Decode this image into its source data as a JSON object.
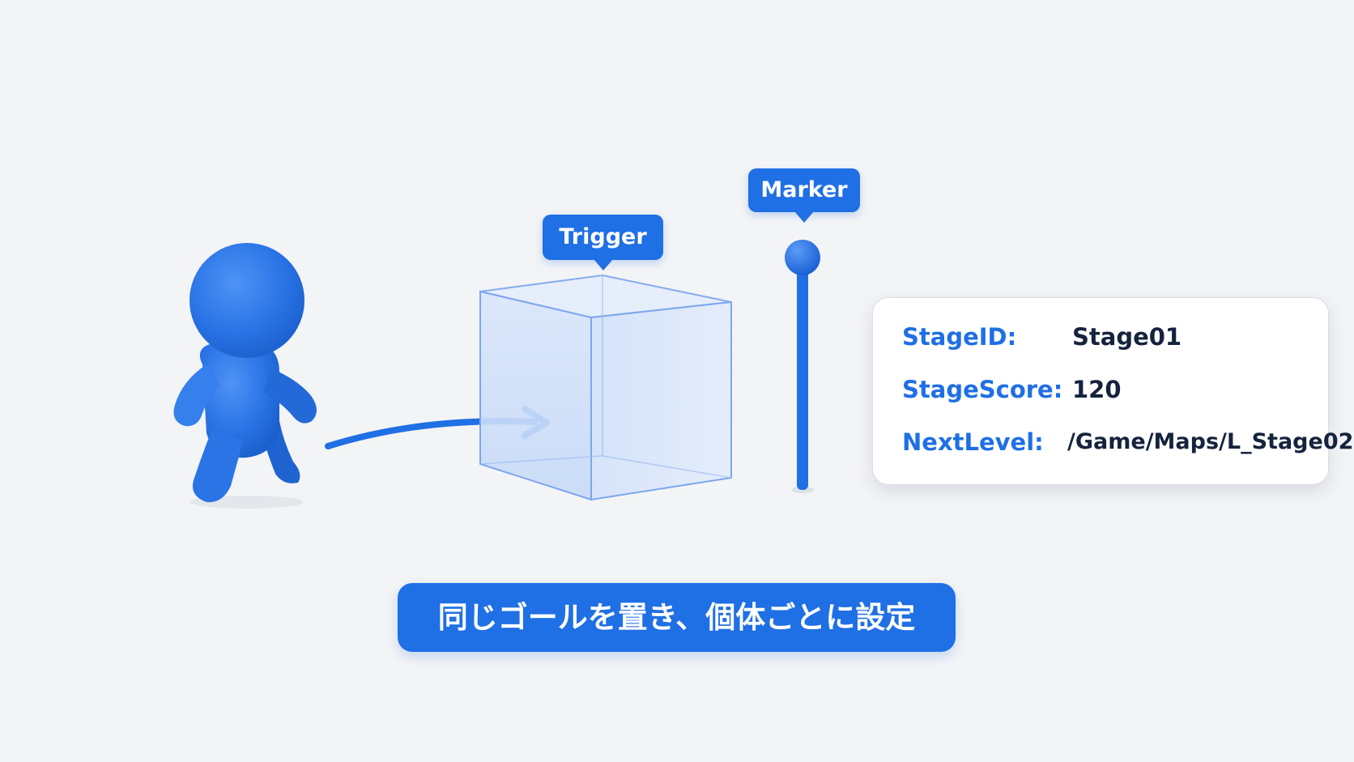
{
  "labels": {
    "trigger": "Trigger",
    "marker": "Marker"
  },
  "info_panel": {
    "rows": [
      {
        "key": "StageID:",
        "value": "Stage01"
      },
      {
        "key": "StageScore:",
        "value": "120"
      },
      {
        "key": "NextLevel:",
        "value": "/Game/Maps/L_Stage02"
      }
    ]
  },
  "caption": "同じゴールを置き、個体ごとに設定",
  "colors": {
    "accent": "#1f6fe5",
    "background": "#f3f4f6",
    "panel": "#ffffff",
    "value_text": "#15233d"
  },
  "icons": {
    "character": "walking-figure-icon",
    "arrow": "curved-arrow-icon",
    "trigger_box": "trigger-volume-cube-icon",
    "marker_pole": "marker-pole-icon"
  }
}
